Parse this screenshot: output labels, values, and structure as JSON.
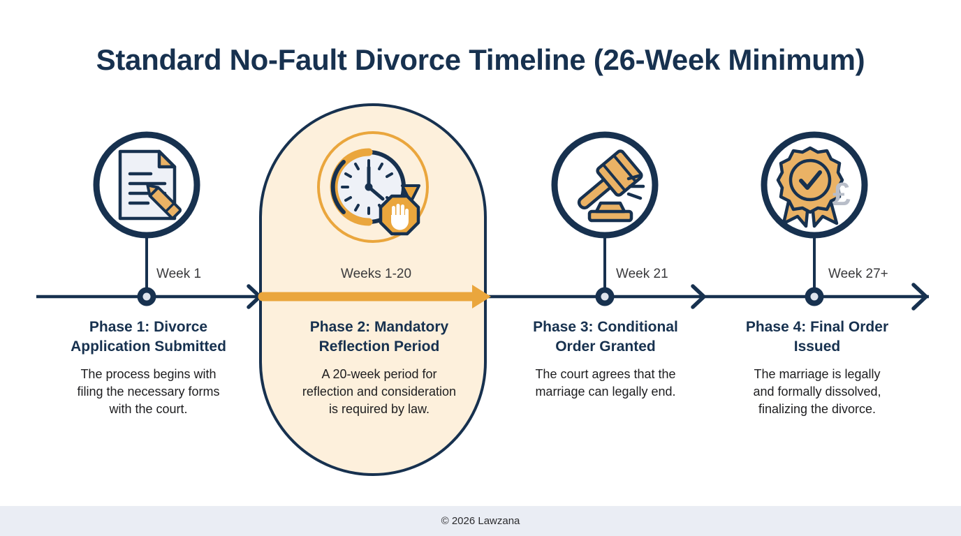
{
  "title": "Standard No-Fault Divorce Timeline (26-Week Minimum)",
  "colors": {
    "navy": "#17314f",
    "orange": "#eaa63d",
    "highlight_fill": "#fdf0dc",
    "page_background": "#ffffff",
    "footer_background": "#eaedf4",
    "node_center": "#dfe4ec",
    "icon_paper": "#eef1f7",
    "pound_grey": "#b9bec9"
  },
  "timeline": {
    "axis_color": "#17314f",
    "highlight_arrow_color": "#eaa63d",
    "week_labels": [
      {
        "text": "Week 1"
      },
      {
        "text": "Weeks 1-20"
      },
      {
        "text": "Week 21"
      },
      {
        "text": "Week 27+"
      }
    ]
  },
  "phases": [
    {
      "icon": "document-pencil-icon",
      "week": "Week 1",
      "heading": "Phase 1: Divorce\nApplication Submitted",
      "description": "The process begins with\nfiling the necessary forms\nwith the court.",
      "highlighted": false
    },
    {
      "icon": "clock-stop-hand-icon",
      "week": "Weeks 1-20",
      "heading": "Phase 2: Mandatory\nReflection Period",
      "description": "A 20-week period for\nreflection and consideration\nis required by law.",
      "highlighted": true
    },
    {
      "icon": "gavel-icon",
      "week": "Week 21",
      "heading": "Phase 3: Conditional\nOrder Granted",
      "description": "The court agrees that the\nmarriage can legally end.",
      "highlighted": false
    },
    {
      "icon": "award-rosette-pound-icon",
      "week": "Week 27+",
      "heading": "Phase 4: Final Order\nIssued",
      "description": "The marriage is legally\nand formally dissolved,\nfinalizing the divorce.",
      "highlighted": false
    }
  ],
  "footer": {
    "copyright": "© 2026 Lawzana"
  }
}
